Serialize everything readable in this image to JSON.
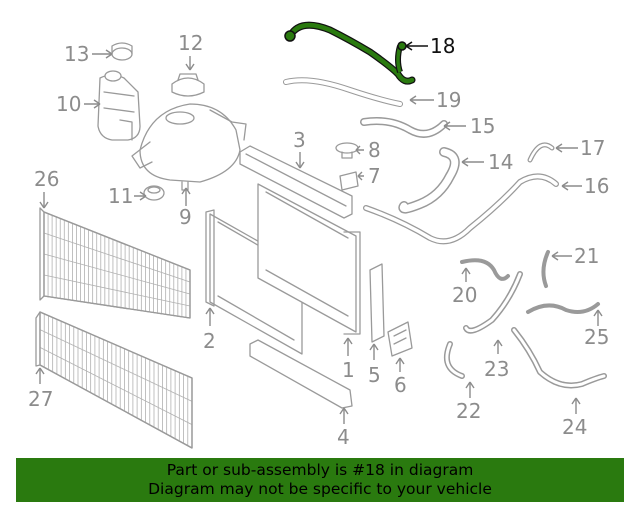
{
  "diagram": {
    "highlighted_part": "18",
    "highlight_color": "#2a7a0f",
    "parts": [
      "1",
      "2",
      "3",
      "4",
      "5",
      "6",
      "7",
      "8",
      "9",
      "10",
      "11",
      "12",
      "13",
      "14",
      "15",
      "16",
      "17",
      "18",
      "19",
      "20",
      "21",
      "22",
      "23",
      "24",
      "25",
      "26",
      "27"
    ]
  },
  "banner": {
    "line1": "Part or sub-assembly is #18 in diagram",
    "line2": "Diagram may not be specific to your vehicle",
    "background": "#2a7a0f"
  }
}
